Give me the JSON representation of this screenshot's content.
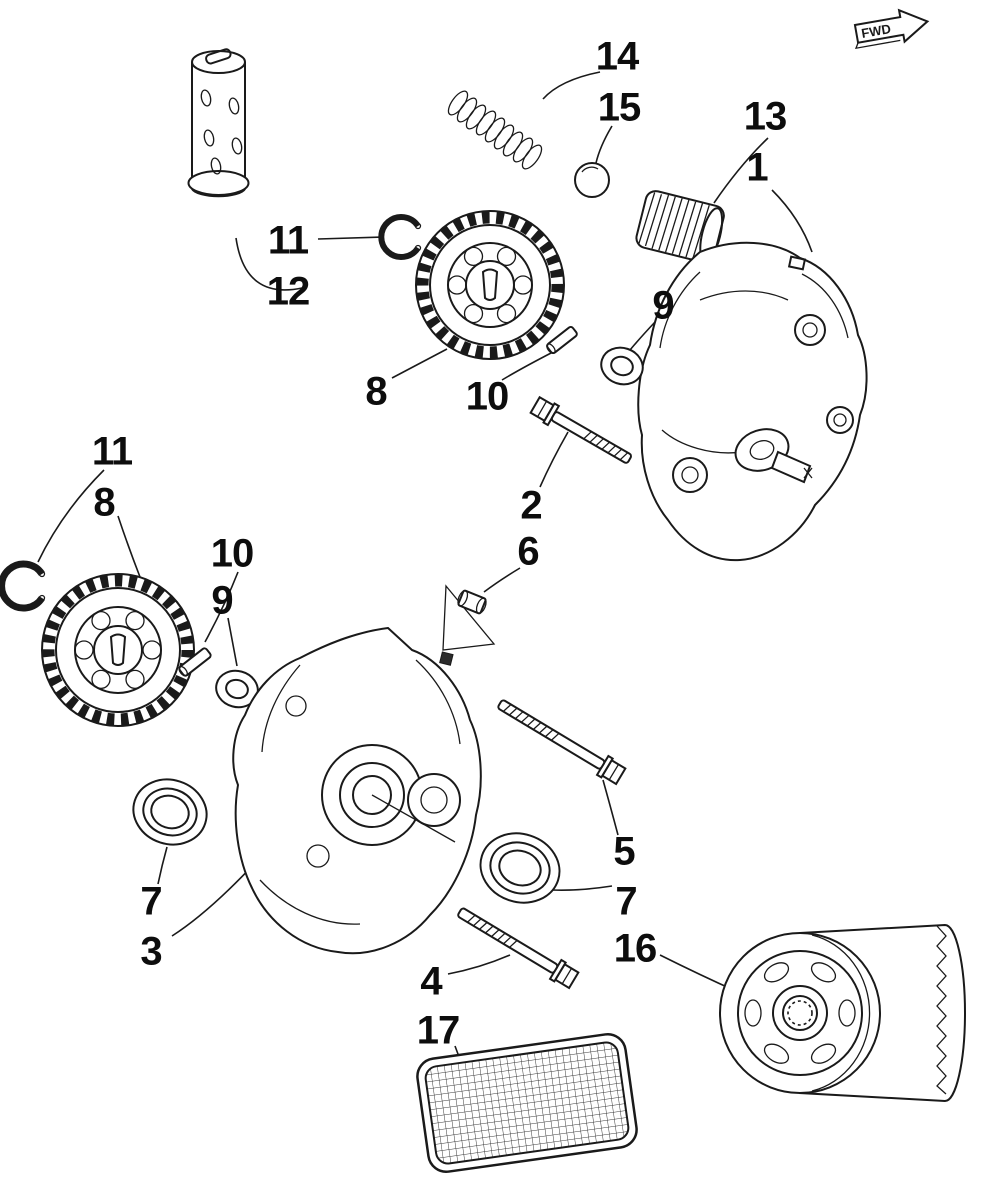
{
  "diagram_title": "Oil pump and filter exploded parts diagram",
  "fwd": {
    "label": "FWD"
  },
  "labels": [
    {
      "part": "spring",
      "text": "14"
    },
    {
      "part": "check-ball",
      "text": "15"
    },
    {
      "part": "threaded-plug",
      "text": "13"
    },
    {
      "part": "pump-housing",
      "text": "1"
    },
    {
      "part": "circlip-top",
      "text": "11"
    },
    {
      "part": "strainer-tube",
      "text": "12"
    },
    {
      "part": "gear-top",
      "text": "8"
    },
    {
      "part": "pin-top",
      "text": "10"
    },
    {
      "part": "washer-top",
      "text": "9"
    },
    {
      "part": "bolt-upper",
      "text": "2"
    },
    {
      "part": "circlip-left",
      "text": "11"
    },
    {
      "part": "gear-left",
      "text": "8"
    },
    {
      "part": "pin-left",
      "text": "10"
    },
    {
      "part": "washer-left",
      "text": "9"
    },
    {
      "part": "dowel",
      "text": "6"
    },
    {
      "part": "bolt-right",
      "text": "5"
    },
    {
      "part": "seal-right",
      "text": "7"
    },
    {
      "part": "seal-left",
      "text": "7"
    },
    {
      "part": "pump-body",
      "text": "3"
    },
    {
      "part": "bolt-lower",
      "text": "4"
    },
    {
      "part": "oil-filter",
      "text": "16"
    },
    {
      "part": "screen",
      "text": "17"
    }
  ]
}
